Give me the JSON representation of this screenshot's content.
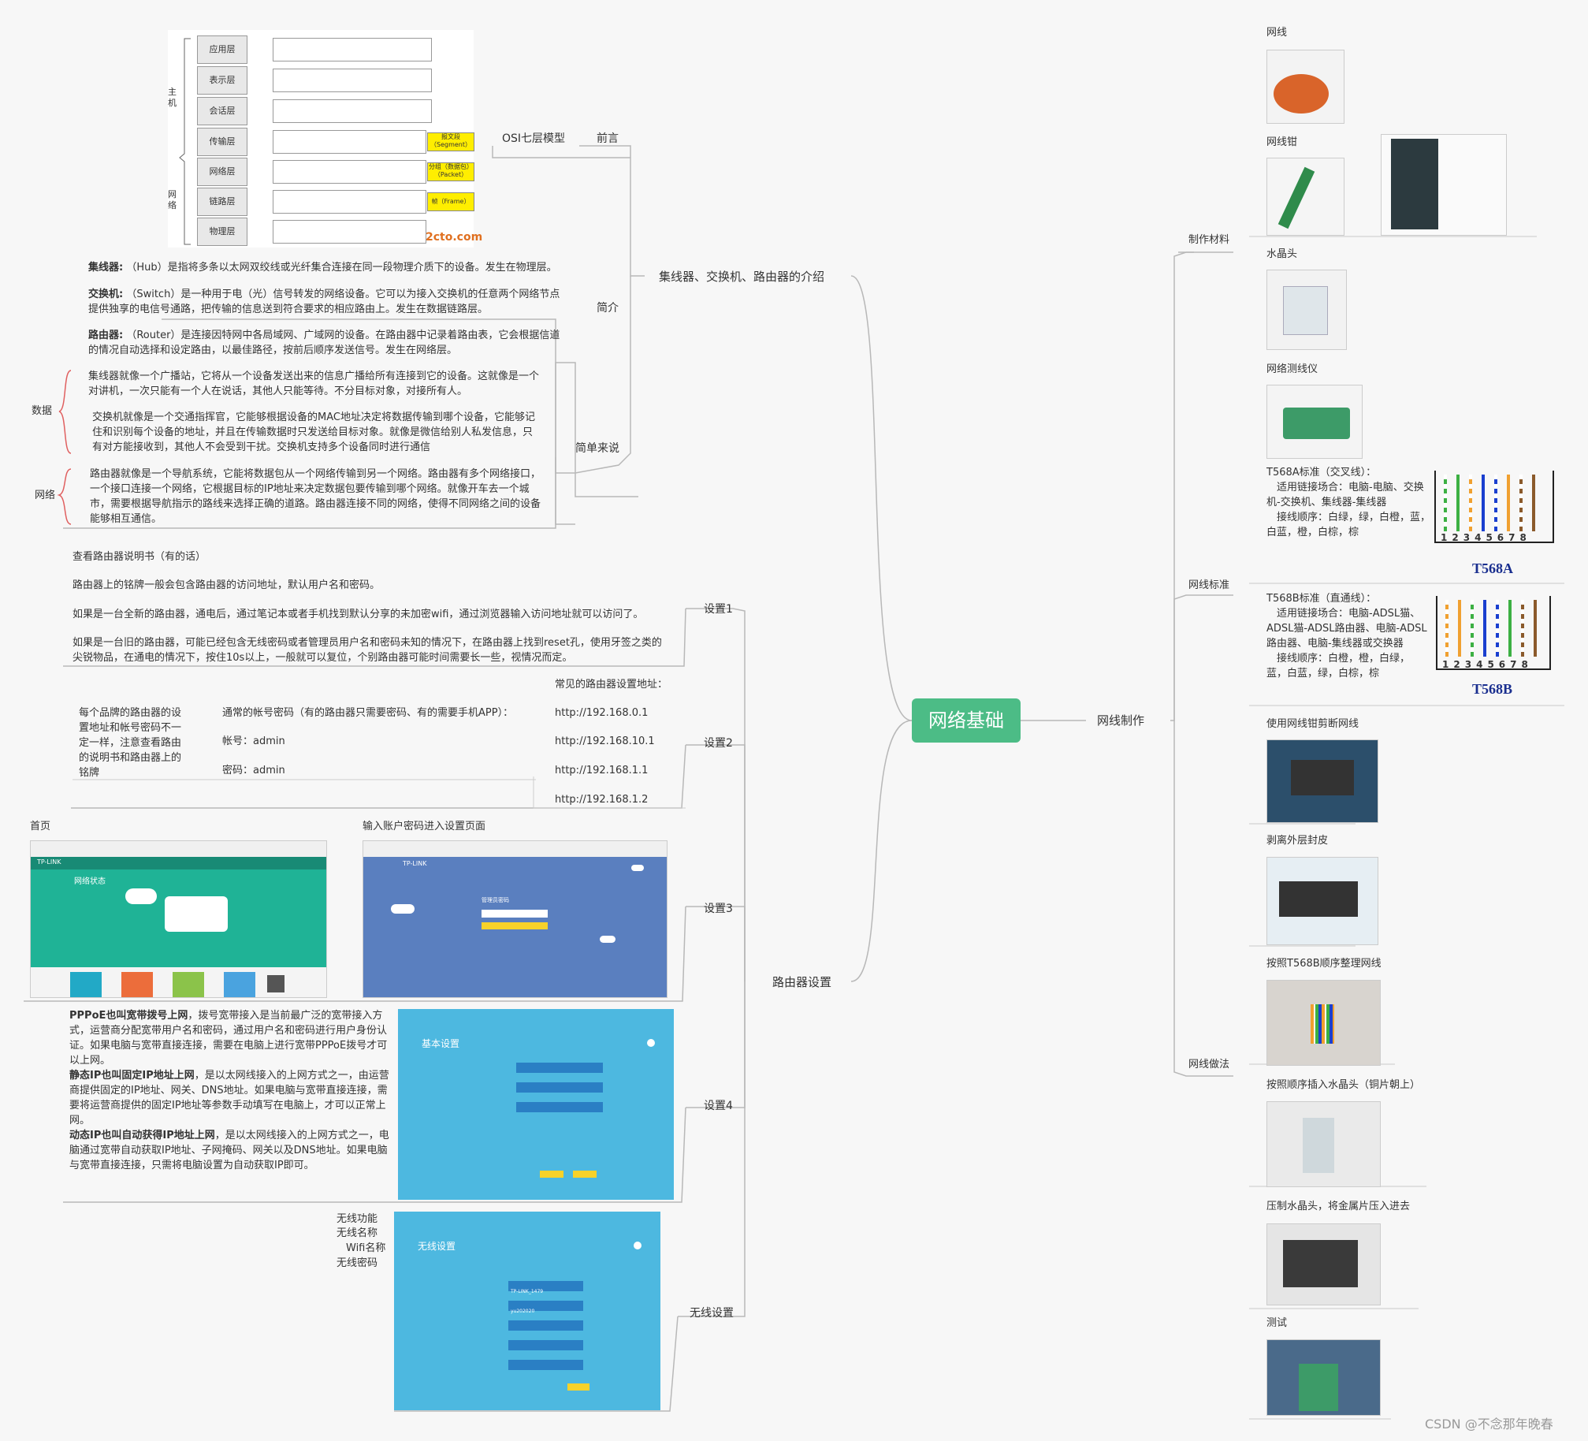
{
  "root": "网络基础",
  "left": {
    "osi": {
      "label": "OSI七层模型",
      "branch": "前言",
      "side_top": "主机",
      "side_bottom": "网络",
      "layers": [
        "应用层",
        "表示层",
        "会话层",
        "传输层",
        "网络层",
        "链路层",
        "物理层"
      ],
      "tags": [
        "报文段（Segment）",
        "分组（数据包）（Packet）",
        "帧（Frame）"
      ],
      "watermark": "2cto.com"
    },
    "intro": {
      "branch": "简介",
      "title": "集线器、交换机、路由器的介绍",
      "hub_name": "集线器:",
      "hub": "（Hub）是指将多条以太网双绞线或光纤集合连接在同一段物理介质下的设备。发生在物理层。",
      "switch_name": "交换机:",
      "switch": "（Switch）是一种用于电（光）信号转发的网络设备。它可以为接入交换机的任意两个网络节点提供独享的电信号通路，把传输的信息送到符合要求的相应路由上。发生在数据链路层。",
      "router_name": "路由器:",
      "router": "（Router）是连接因特网中各局域网、广域网的设备。在路由器中记录着路由表，它会根据信道的情况自动选择和设定路由，以最佳路径，按前后顺序发送信号。发生在网络层。"
    },
    "simple": {
      "branch": "简单来说",
      "label_data": "数据",
      "label_net": "网络",
      "hub": "集线器就像一个广播站，它将从一个设备发送出来的信息广播给所有连接到它的设备。这就像是一个对讲机，一次只能有一个人在说话，其他人只能等待。不分目标对象，对接所有人。",
      "switch": "交换机就像是一个交通指挥官，它能够根据设备的MAC地址决定将数据传输到哪个设备，它能够记住和识别每个设备的地址，并且在传输数据时只发送给目标对象。就像是微信给别人私发信息，只有对方能接收到，其他人不会受到干扰。交换机支持多个设备同时进行通信",
      "router": "路由器就像是一个导航系统，它能将数据包从一个网络传输到另一个网络。路由器有多个网络接口，一个接口连接一个网络，它根据目标的IP地址来决定数据包要传输到哪个网络。就像开车去一个城市，需要根据导航指示的路线来选择正确的道路。路由器连接不同的网络，使得不同网络之间的设备能够相互通信。"
    },
    "router_setup": {
      "title": "路由器设置",
      "s1": {
        "branch": "设置1",
        "lines": [
          "查看路由器说明书（有的话）",
          "路由器上的铭牌一般会包含路由器的访问地址，默认用户名和密码。",
          "如果是一台全新的路由器，通电后，通过笔记本或者手机找到默认分享的未加密wifi，通过浏览器输入访问地址就可以访问了。",
          "如果是一台旧的路由器，可能已经包含无线密码或者管理员用户名和密码未知的情况下，在路由器上找到reset孔，使用牙签之类的尖锐物品，在通电的情况下，按住10s以上，一般就可以复位，个别路由器可能时间需要长一些，视情况而定。"
        ]
      },
      "s2": {
        "branch": "设置2",
        "left_note": "每个品牌的路由器的设置地址和帐号密码不一定一样，注意查看路由的说明书和路由器上的铭牌",
        "account_title": "通常的帐号密码（有的路由器只需要密码、有的需要手机APP）：",
        "account": "帐号：admin",
        "password": "密码：admin",
        "addr_title": "常见的路由器设置地址：",
        "addrs": [
          "http://192.168.0.1",
          "http://192.168.10.1",
          "http://192.168.1.1",
          "http://192.168.1.2"
        ]
      },
      "s3": {
        "branch": "设置3",
        "home_label": "首页",
        "login_label": "输入账户密码进入设置页面",
        "brand": "TP-LINK",
        "net_status": "网络状态",
        "manage_pwd": "管理员密码"
      },
      "s4": {
        "branch": "设置4",
        "pppoe_b": "PPPoE也叫宽带拨号上网",
        "pppoe": "，拨号宽带接入是当前最广泛的宽带接入方式，运营商分配宽带用户名和密码，通过用户名和密码进行用户身份认证。如果电脑与宽带直接连接，需要在电脑上进行宽带PPPoE拨号才可以上网。",
        "static_b": "静态IP也叫固定IP地址上网",
        "static": "，是以太网线接入的上网方式之一，由运营商提供固定的IP地址、网关、DNS地址。如果电脑与宽带直接连接，需要将运营商提供的固定IP地址等参数手动填写在电脑上，才可以正常上网。",
        "dhcp_b": "动态IP也叫自动获得IP地址上网",
        "dhcp": "，是以太网线接入的上网方式之一，电脑通过宽带自动获取IP地址、子网掩码、网关以及DNS地址。如果电脑与宽带直接连接，只需将电脑设置为自动获取IP即可。",
        "panel_title": "基本设置"
      },
      "wireless": {
        "branch": "无线设置",
        "items": [
          "无线功能",
          "无线名称",
          "Wifi名称",
          "无线密码"
        ],
        "panel_title": "无线设置",
        "ssid": "TP-LINK_1479",
        "pwd": "yu202020"
      }
    }
  },
  "right": {
    "branch": "网线制作",
    "materials": {
      "label": "制作材料",
      "items": [
        "网线",
        "网线钳",
        "水晶头",
        "网络测线仪"
      ]
    },
    "standard": {
      "label": "网线标准",
      "t568a": {
        "title": "T568A标准（交叉线）：",
        "scene": "适用链接场合：电脑-电脑、交换机-交换机、集线器-集线器",
        "order": "接线顺序：白绿，绿，白橙，蓝，白蓝，橙，白棕，棕",
        "name": "T568A"
      },
      "t568b": {
        "title": "T568B标准（直通线）：",
        "scene": "适用链接场合：电脑-ADSL猫、ADSL猫-ADSL路由器、电脑-ADSL路由器、电脑-集线器或交换器",
        "order": "接线顺序：白橙，橙，白绿，蓝，白蓝，绿，白棕，棕",
        "name": "T568B"
      },
      "pins": [
        "1",
        "2",
        "3",
        "4",
        "5",
        "6",
        "7",
        "8"
      ]
    },
    "method": {
      "label": "网线做法",
      "steps": [
        "使用网线钳剪断网线",
        "剥离外层封皮",
        "按照T568B顺序整理网线",
        "按照顺序插入水晶头（铜片朝上）",
        "压制水晶头，将金属片压入进去",
        "测试"
      ]
    }
  },
  "footer": "CSDN @不念那年晚春",
  "colors": {
    "root": "#4cbc86",
    "panel": "#4db8e0",
    "tplink_home": "#1fb396",
    "login_bg": "#5a7fbf",
    "line": "#bbbbbb",
    "tag": "#ffee00"
  }
}
